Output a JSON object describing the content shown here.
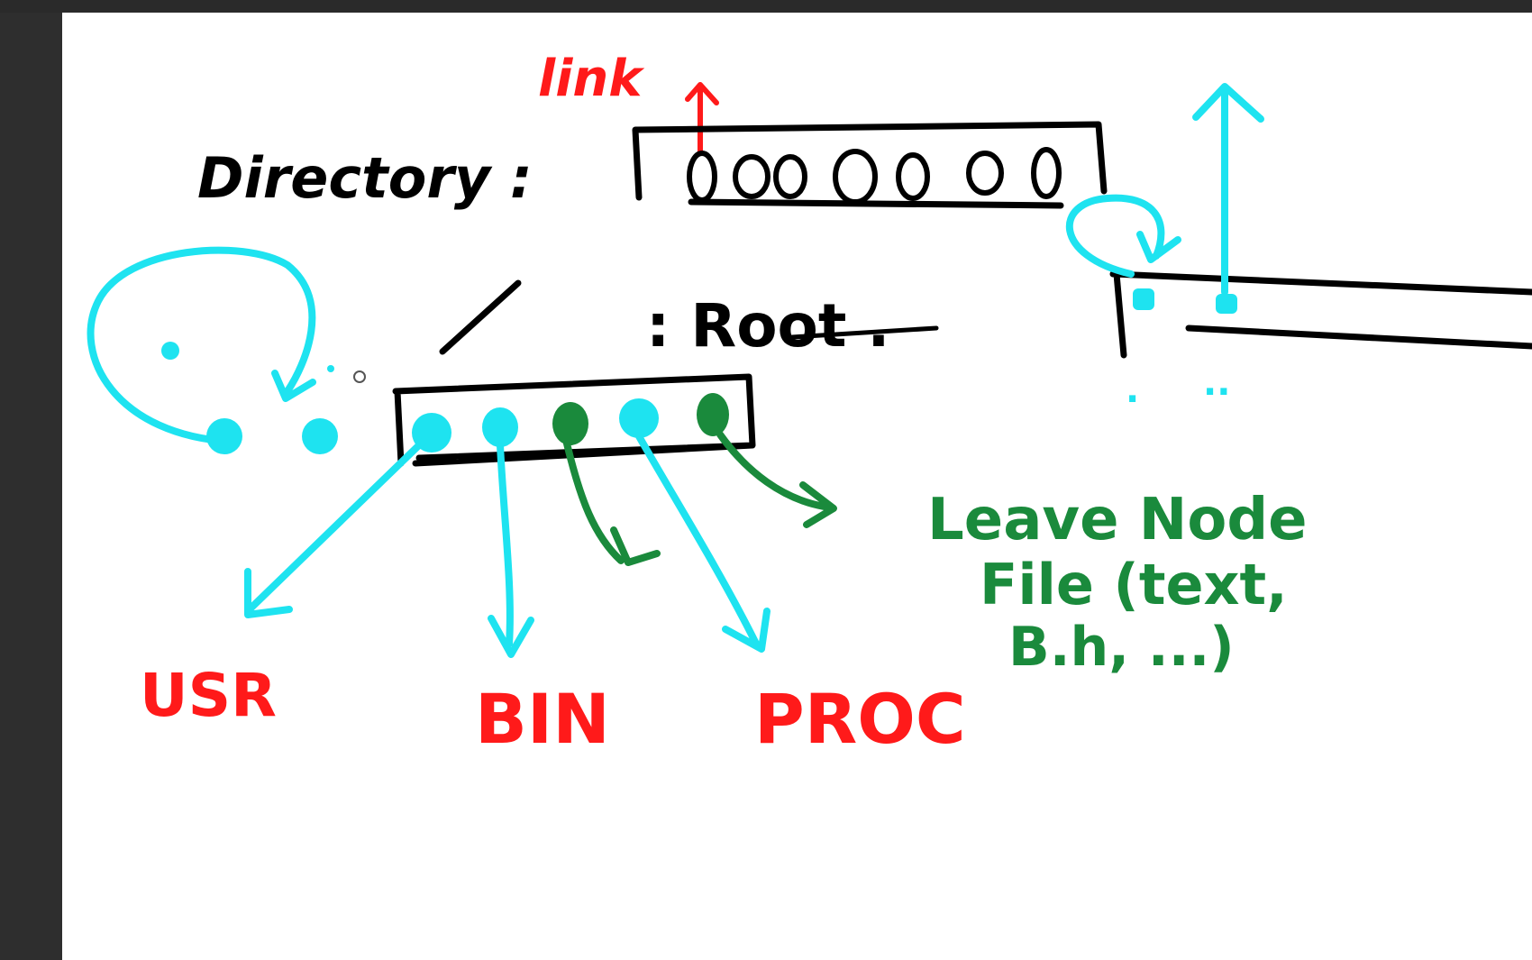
{
  "canvas": {
    "background": "#ffffff",
    "chrome_color": "#2e2e2e"
  },
  "ink_colors": {
    "black": "#000000",
    "red": "#ff1a1a",
    "cyan": "#1ee3f0",
    "green": "#1a8a3c"
  },
  "labels": {
    "link": "link",
    "directory": "Directory :",
    "root": ": Root .",
    "usr": "USR",
    "bin": "BIN",
    "proc": "PROC",
    "leave_node": "Leave Node",
    "file_types": "File (text,",
    "file_types_2": "B.h, ...)",
    "dot": ".",
    "dotdot": ".."
  }
}
